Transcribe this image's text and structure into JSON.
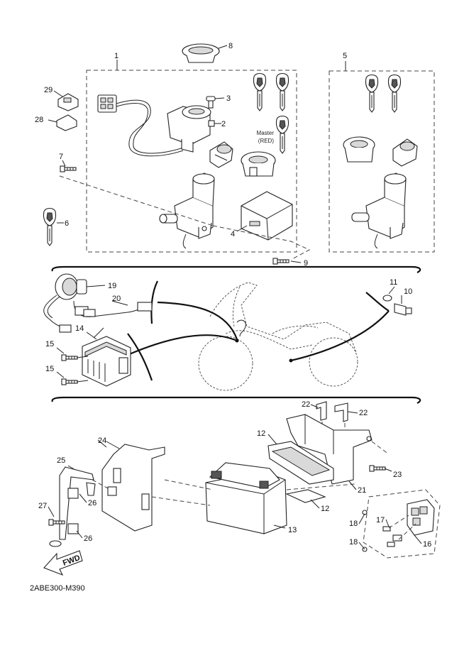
{
  "figure_id": "2ABE300-M390",
  "fwd_label": "FWD",
  "master_label_line1": "Master",
  "master_label_line2": "(RED)",
  "callouts": {
    "c1": "1",
    "c2": "2",
    "c3": "3",
    "c4": "4",
    "c5": "5",
    "c6": "6",
    "c7": "7",
    "c8": "8",
    "c9": "9",
    "c10": "10",
    "c11": "11",
    "c12a": "12",
    "c12b": "12",
    "c13": "13",
    "c14": "14",
    "c15a": "15",
    "c15b": "15",
    "c16": "16",
    "c17": "17",
    "c18a": "18",
    "c18b": "18",
    "c19": "19",
    "c20": "20",
    "c21": "21",
    "c22a": "22",
    "c22b": "22",
    "c23": "23",
    "c24": "24",
    "c25": "25",
    "c26a": "26",
    "c26b": "26",
    "c27": "27",
    "c28": "28",
    "c29": "29"
  },
  "icons": [
    "key-icon",
    "bolt-icon",
    "battery-icon",
    "relay-icon",
    "fwd-arrow-icon"
  ]
}
